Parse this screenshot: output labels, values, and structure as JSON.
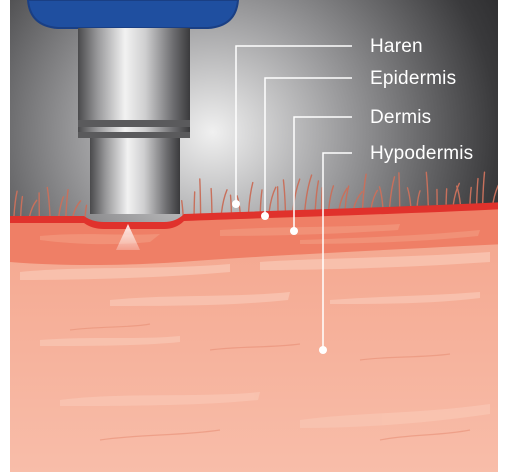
{
  "labels": {
    "hair": "Haren",
    "epidermis": "Epidermis",
    "dermis": "Dermis",
    "hypodermis": "Hypodermis"
  },
  "colors": {
    "background_dark": "#2a2a2c",
    "epidermis_red": "#e0322c",
    "dermis_salmon": "#ef7f66",
    "hypodermis_pink": "#f6b29e",
    "device_blue": "#1f4fa0",
    "leader_line": "#ffffff"
  },
  "icons": {
    "device": "laser-handpiece",
    "beam": "light-beam-cone"
  }
}
